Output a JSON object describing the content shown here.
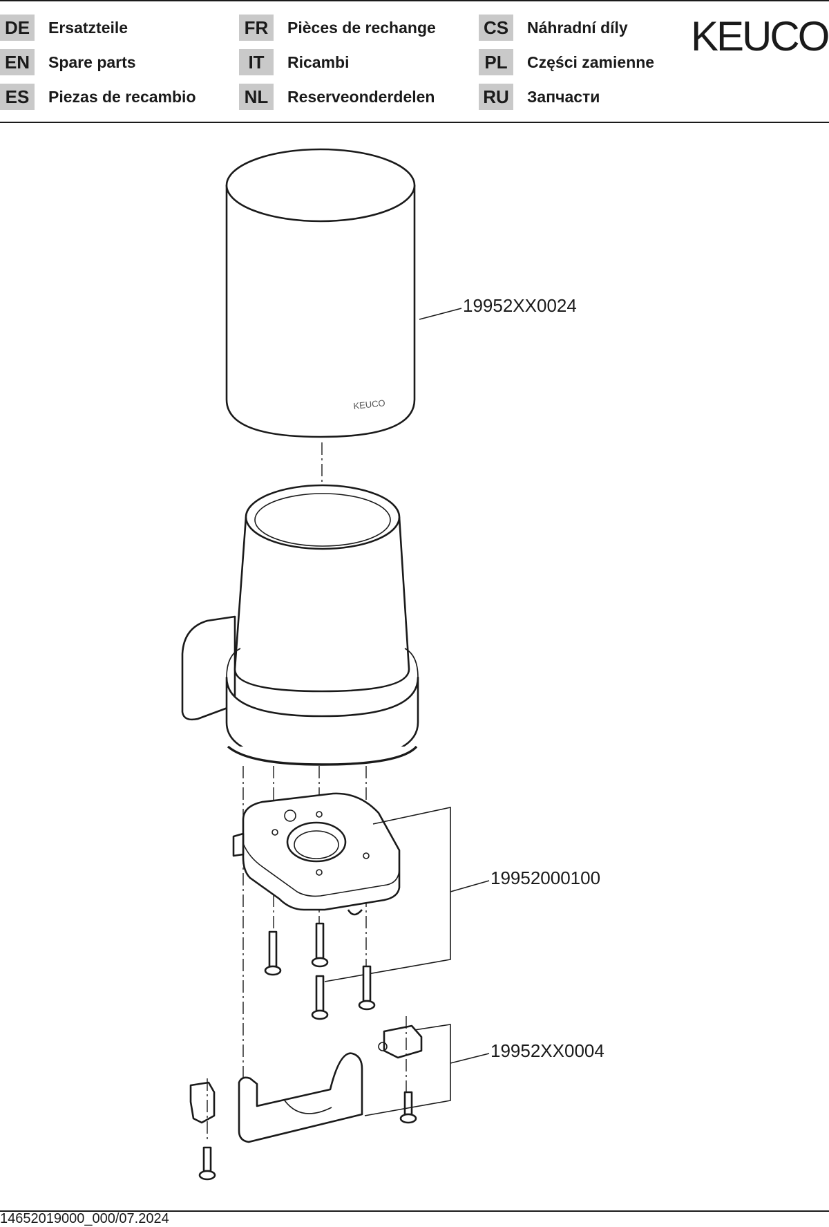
{
  "header": {
    "languages": [
      {
        "code": "DE",
        "label": "Ersatzteile"
      },
      {
        "code": "EN",
        "label": "Spare parts"
      },
      {
        "code": "ES",
        "label": "Piezas de recambio"
      },
      {
        "code": "FR",
        "label": "Pièces de rechange"
      },
      {
        "code": "IT",
        "label": "Ricambi"
      },
      {
        "code": "NL",
        "label": "Reserveonderdelen"
      },
      {
        "code": "CS",
        "label": "Náhradní díly"
      },
      {
        "code": "PL",
        "label": "Części zamienne"
      },
      {
        "code": "RU",
        "label": "Запчасти"
      }
    ],
    "logo": "KEUCO"
  },
  "diagram": {
    "part_numbers": [
      "19952XX0024",
      "19952000100",
      "19952XX0004"
    ],
    "cover_logo": "KEUCO"
  },
  "footer": {
    "doc_number": "14652019000_000/07.2024"
  }
}
